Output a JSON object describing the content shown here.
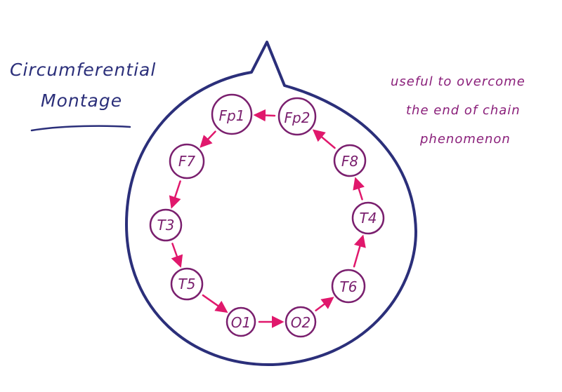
{
  "title": {
    "line1": "Circumferential",
    "line2": "Montage"
  },
  "note": {
    "line1": "useful to overcome",
    "line2": "the end of chain",
    "line3": "phenomenon"
  },
  "colors": {
    "head_outline": "#2b2f7a",
    "title_ink": "#2b2f7a",
    "note_ink": "#8a1f7a",
    "node_ink": "#7a1f6e",
    "arrow_ink": "#e0186c"
  },
  "diagram": {
    "electrodes": [
      {
        "id": "fp1",
        "label": "Fp1"
      },
      {
        "id": "fp2",
        "label": "Fp2"
      },
      {
        "id": "f7",
        "label": "F7"
      },
      {
        "id": "f8",
        "label": "F8"
      },
      {
        "id": "t3",
        "label": "T3"
      },
      {
        "id": "t4",
        "label": "T4"
      },
      {
        "id": "t5",
        "label": "T5"
      },
      {
        "id": "t6",
        "label": "T6"
      },
      {
        "id": "o1",
        "label": "O1"
      },
      {
        "id": "o2",
        "label": "O2"
      }
    ],
    "connections": [
      {
        "from": "fp2",
        "to": "fp1"
      },
      {
        "from": "fp1",
        "to": "f7"
      },
      {
        "from": "f7",
        "to": "t3"
      },
      {
        "from": "t3",
        "to": "t5"
      },
      {
        "from": "t5",
        "to": "o1"
      },
      {
        "from": "o1",
        "to": "o2"
      },
      {
        "from": "o2",
        "to": "t6"
      },
      {
        "from": "t6",
        "to": "t4"
      },
      {
        "from": "t4",
        "to": "f8"
      },
      {
        "from": "f8",
        "to": "fp2"
      }
    ]
  }
}
